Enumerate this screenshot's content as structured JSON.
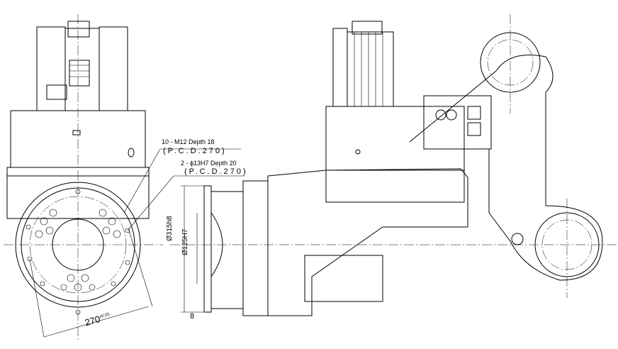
{
  "annotations": {
    "thread_holes": "10 - M12 Depth 18",
    "thread_pcd": "(P.C.D.270)",
    "pin_holes": "2 - ϕ13H7 Depth 20",
    "pin_pcd": "(P.C.D.270)",
    "dia_outer": "Ø315h8",
    "dia_inner": "Ø125H7",
    "flange_thickness": "8",
    "pcd_dimension": "270",
    "pcd_tolerance": "±0.05"
  }
}
